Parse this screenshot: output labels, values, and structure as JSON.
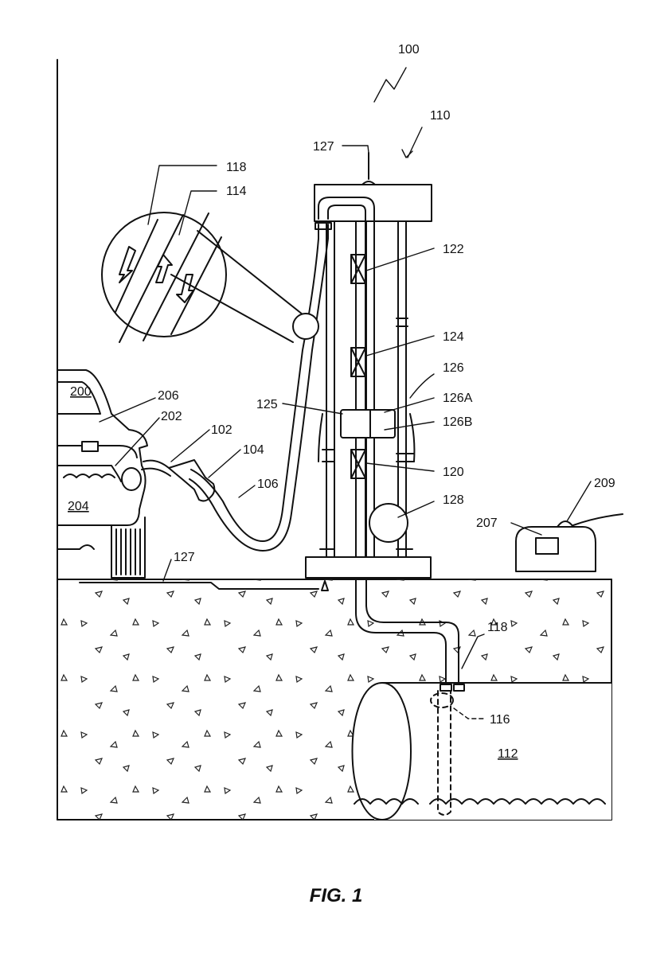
{
  "figure": {
    "caption": "FIG. 1",
    "labels": {
      "system": "100",
      "dispenser": "110",
      "antenna_top": "127",
      "hose_inner": "118",
      "hose_outer": "114",
      "valve_a": "122",
      "valve_b": "124",
      "housing": "126",
      "housing_upper": "126A",
      "housing_lower": "126B",
      "unit": "125",
      "valve_c": "120",
      "pump": "128",
      "vehicle": "200",
      "tag": "206",
      "fill_pipe": "202",
      "hose_end": "102",
      "nozzle": "104",
      "hose": "106",
      "vehicle_tank": "204",
      "antenna_ground": "127",
      "remote_unit": "207",
      "remote_cable": "209",
      "pipe_in_tank": "118",
      "drop_tube": "116",
      "storage_tank": "112"
    }
  }
}
